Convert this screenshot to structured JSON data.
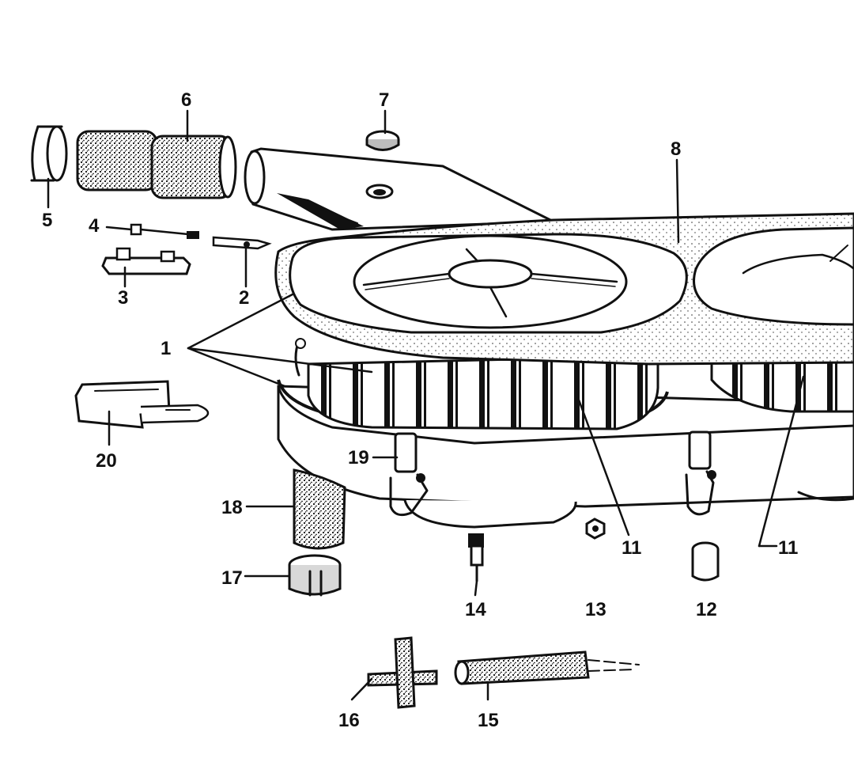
{
  "diagram": {
    "type": "exploded-parts-diagram",
    "colors": {
      "ink": "#111111",
      "paper": "#ffffff",
      "shade": "#bdbdbd"
    },
    "callouts": [
      {
        "id": "c1",
        "label": "1"
      },
      {
        "id": "c2",
        "label": "2"
      },
      {
        "id": "c3",
        "label": "3"
      },
      {
        "id": "c4",
        "label": "4"
      },
      {
        "id": "c5",
        "label": "5"
      },
      {
        "id": "c6",
        "label": "6"
      },
      {
        "id": "c7",
        "label": "7"
      },
      {
        "id": "c8",
        "label": "8"
      },
      {
        "id": "c11a",
        "label": "11"
      },
      {
        "id": "c11b",
        "label": "11"
      },
      {
        "id": "c12",
        "label": "12"
      },
      {
        "id": "c13",
        "label": "13"
      },
      {
        "id": "c14",
        "label": "14"
      },
      {
        "id": "c15",
        "label": "15"
      },
      {
        "id": "c16",
        "label": "16"
      },
      {
        "id": "c17",
        "label": "17"
      },
      {
        "id": "c18",
        "label": "18"
      },
      {
        "id": "c19",
        "label": "19"
      },
      {
        "id": "c20",
        "label": "20"
      }
    ]
  }
}
